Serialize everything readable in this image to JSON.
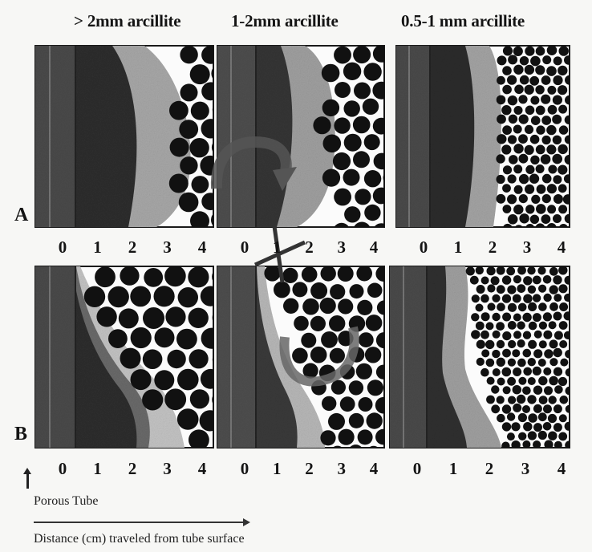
{
  "headers": [
    "> 2mm arcillite",
    "1-2mm arcillite",
    "0.5-1 mm arcillite"
  ],
  "row_labels": [
    "A",
    "B"
  ],
  "axis_ticks": [
    "0",
    "1",
    "2",
    "3",
    "4"
  ],
  "tube_label": "Porous Tube",
  "distance_label": "Distance (cm) traveled from tube surface",
  "colors": {
    "tube": "#4a4a4a",
    "wet_inner": "#303030",
    "wet_front": "#9a9a9a",
    "particle": "#111111",
    "frame": "#1a1a1a"
  }
}
